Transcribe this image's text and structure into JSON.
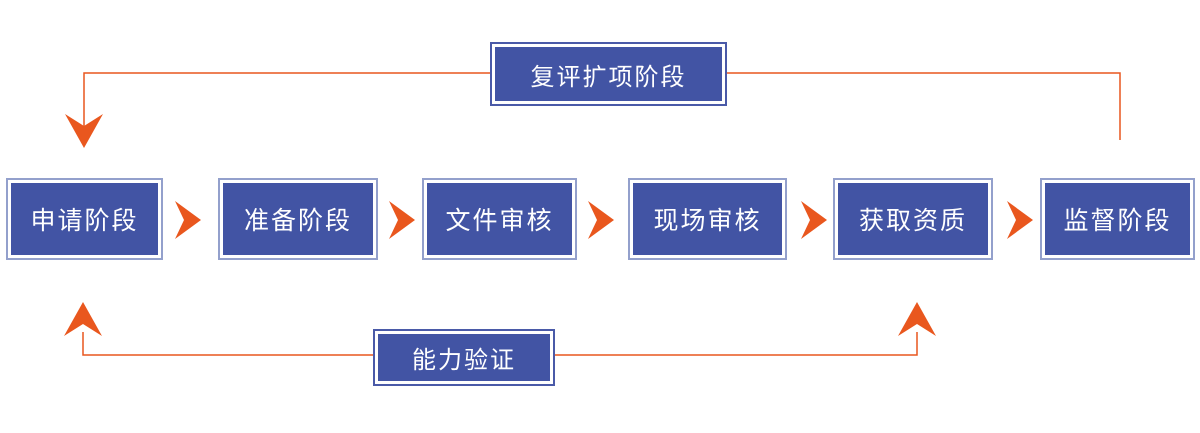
{
  "diagram": {
    "type": "flowchart",
    "stages": [
      {
        "label": "申请阶段"
      },
      {
        "label": "准备阶段"
      },
      {
        "label": "文件审核"
      },
      {
        "label": "现场审核"
      },
      {
        "label": "获取资质"
      },
      {
        "label": "监督阶段"
      }
    ],
    "callouts": {
      "top": {
        "label": "复评扩项阶段"
      },
      "bottom": {
        "label": "能力验证"
      }
    },
    "icons": {
      "flow_chevron": "❯",
      "arrow_down": "⌄",
      "arrow_up": "⌃"
    },
    "colors": {
      "box_fill": "#4254A4",
      "stage_outer_border": "#93A0CC",
      "callout_outer_border": "#4A5AA8",
      "inner_border": "#FFFFFF",
      "arrow_orange": "#E9571E",
      "text": "#FFFFFF",
      "background": "#FFFFFF"
    }
  }
}
